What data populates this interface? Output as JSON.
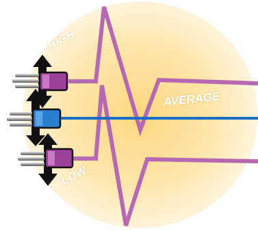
{
  "diagram": {
    "labels": [
      "HIGH",
      "AVERAGE",
      "LOW"
    ]
  }
}
